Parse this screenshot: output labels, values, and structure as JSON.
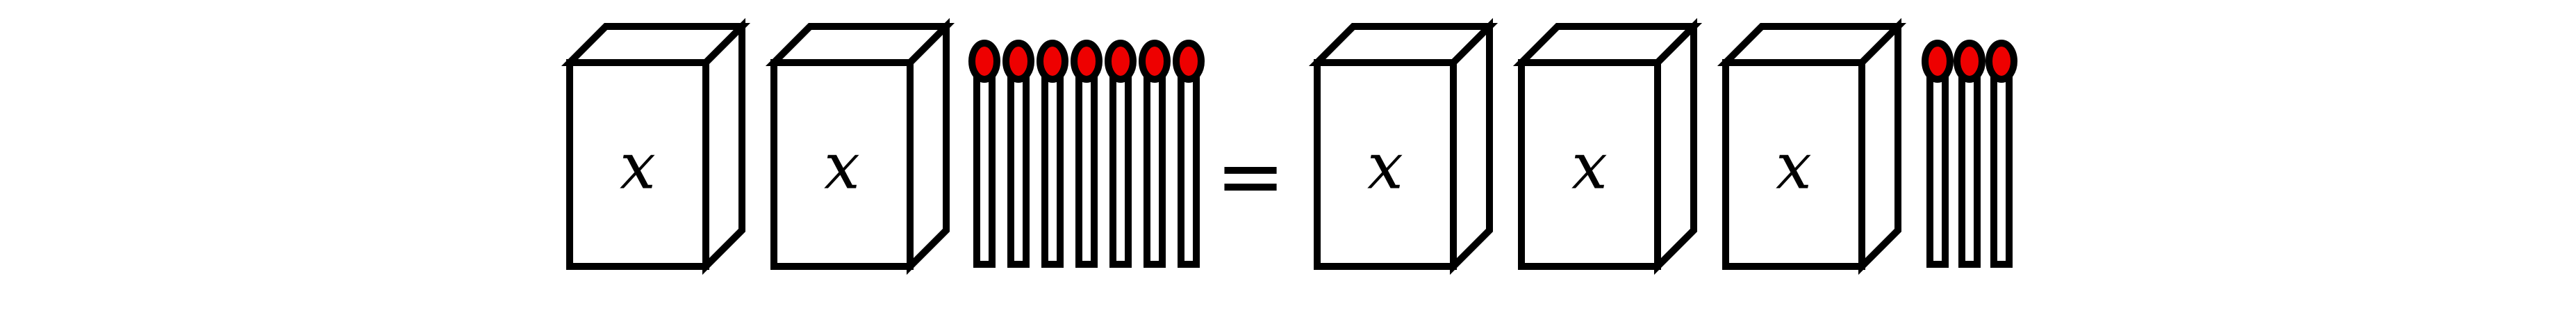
{
  "equation": {
    "left": {
      "boxes": [
        {
          "label": "x"
        },
        {
          "label": "x"
        }
      ],
      "matches": 7
    },
    "operator": "=",
    "right": {
      "boxes": [
        {
          "label": "x"
        },
        {
          "label": "x"
        },
        {
          "label": "x"
        }
      ],
      "matches": 3
    }
  },
  "colors": {
    "outline": "#000000",
    "box_fill": "#ffffff",
    "match_head": "#ee0000",
    "match_stick": "#ffffff"
  },
  "icons": {
    "box": "matchbox-icon",
    "match": "match-icon"
  }
}
